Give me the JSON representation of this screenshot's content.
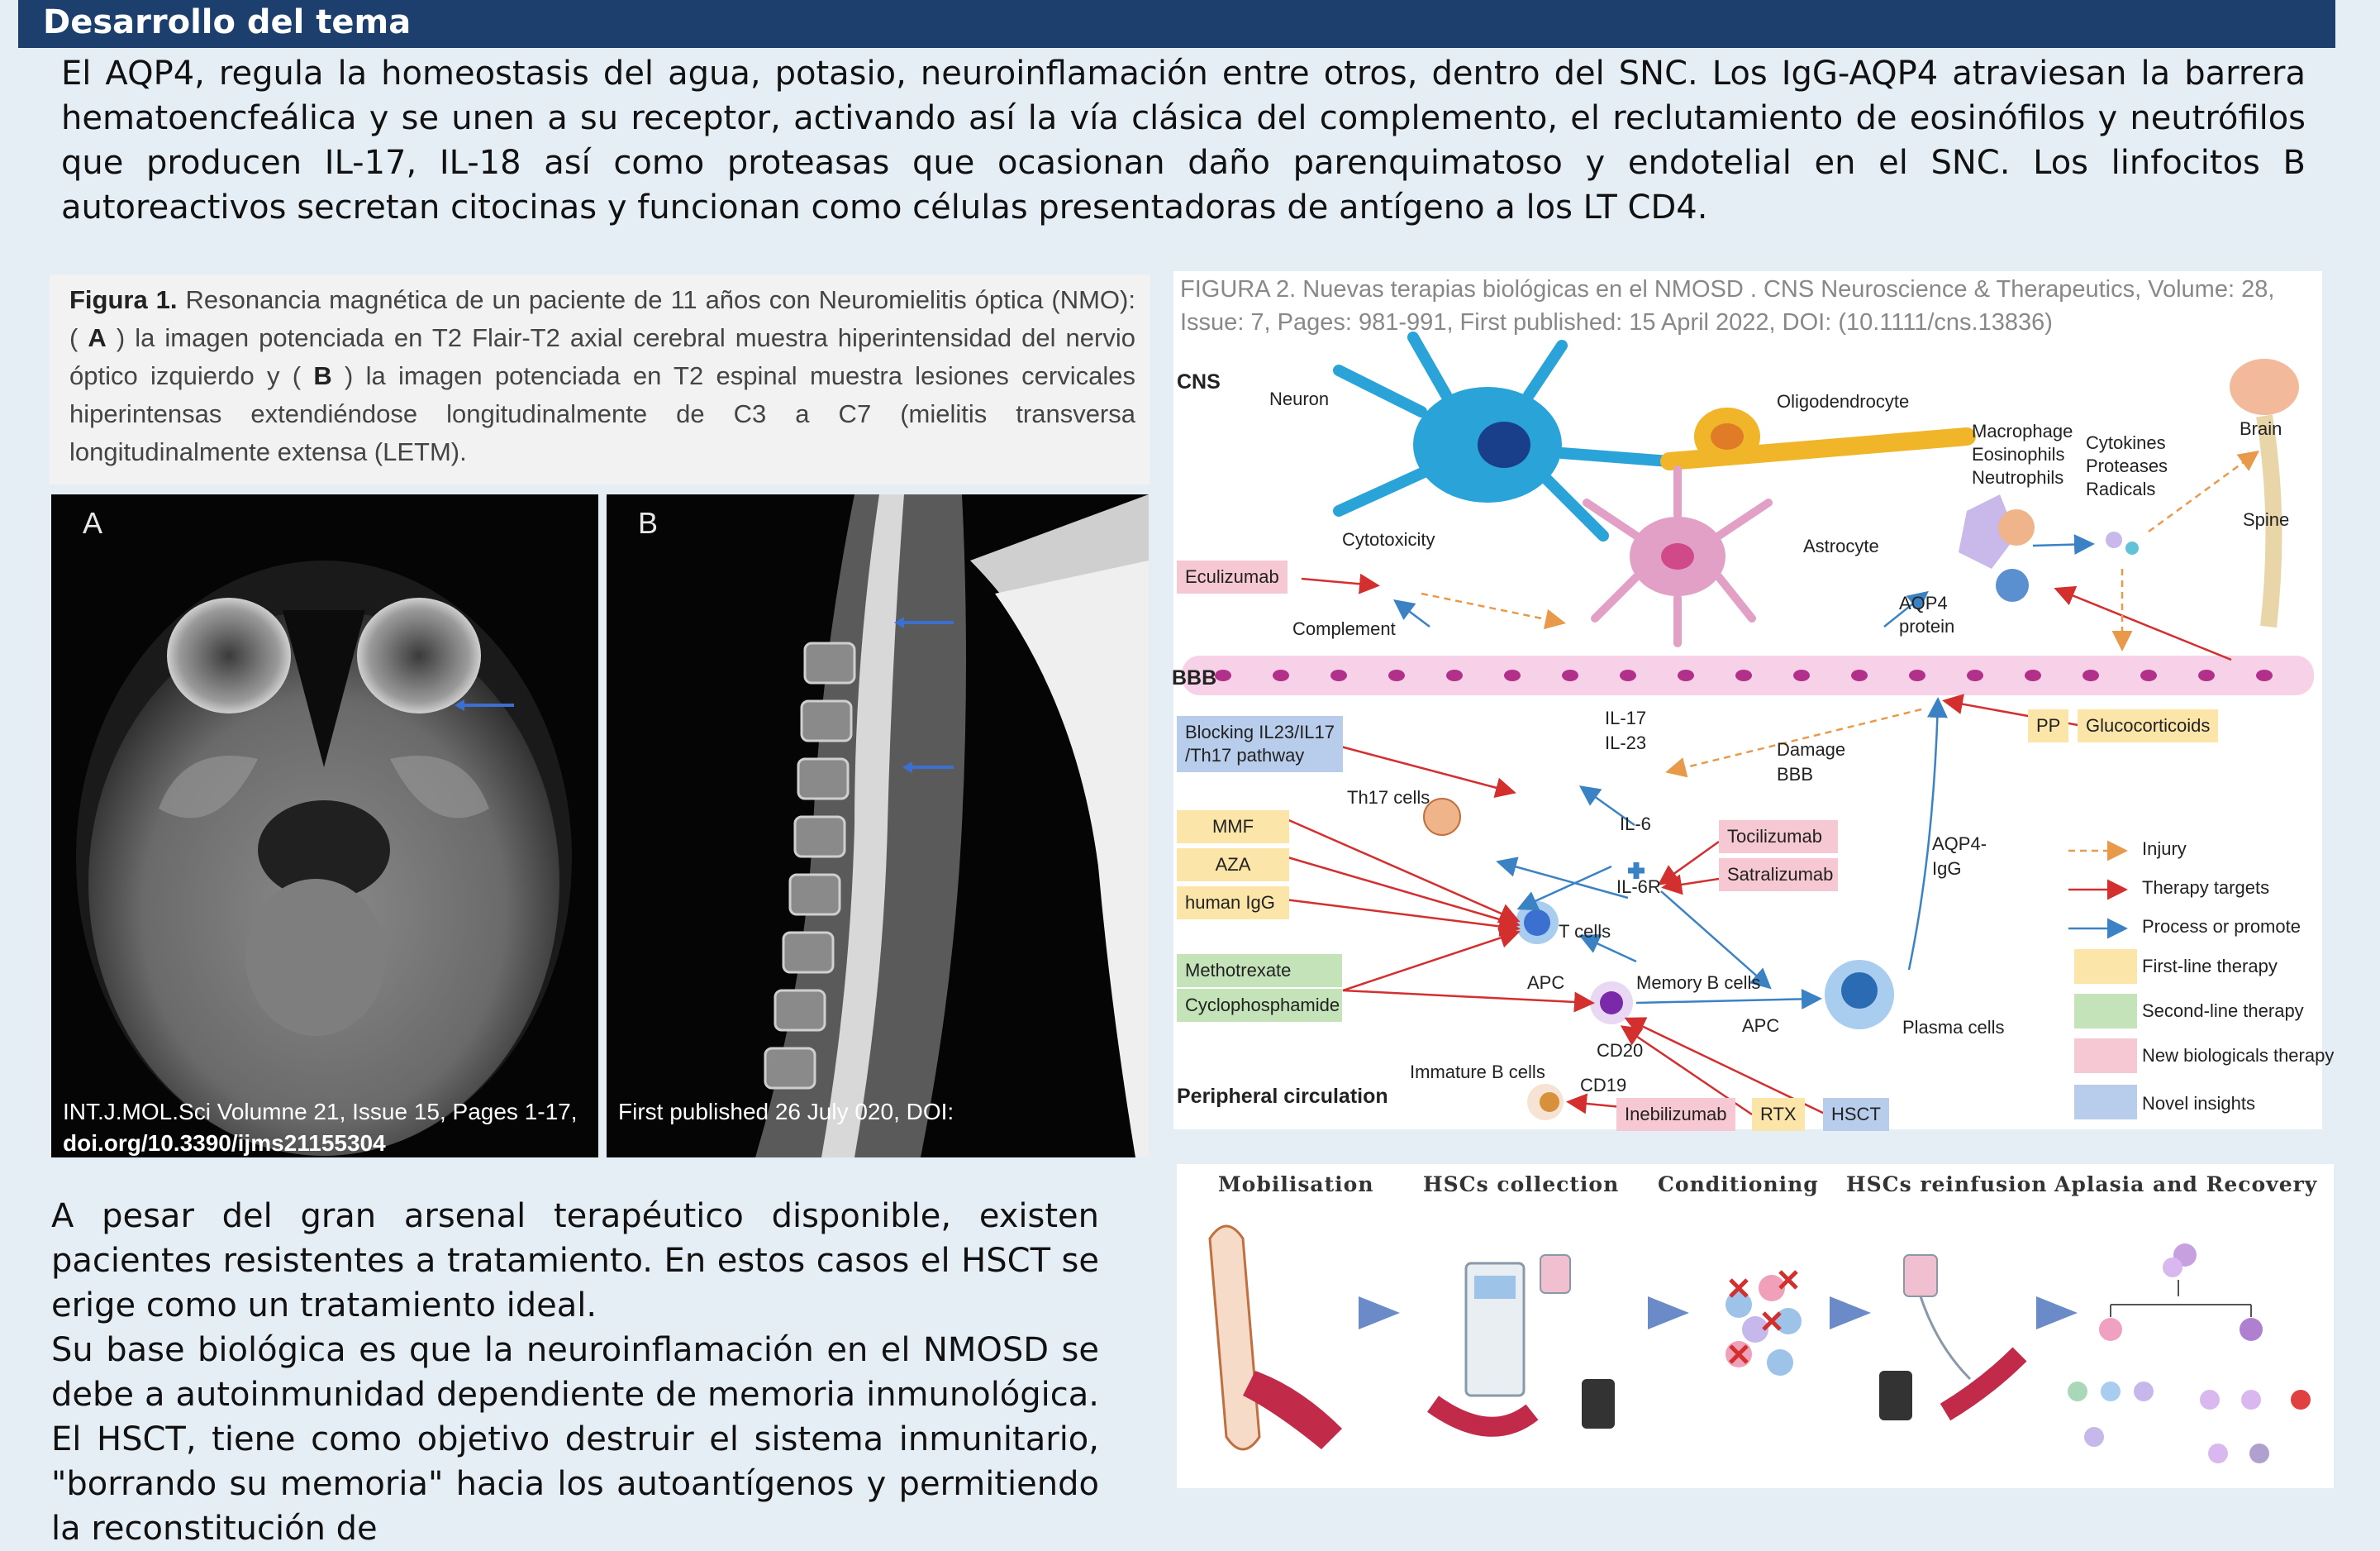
{
  "header": {
    "title": "Desarrollo del tema"
  },
  "intro": {
    "text": "El AQP4, regula la homeostasis del agua, potasio, neuroinflamación entre otros, dentro del SNC. Los IgG-AQP4 atraviesan la barrera hematoencfeálica y se unen a su receptor, activando así la vía clásica del complemento, el reclutamiento de eosinófilos y neutrófilos que producen IL-17, IL-18 así como proteasas que ocasionan daño parenquimatoso y endotelial en el SNC. Los linfocitos B autoreactivos secretan citocinas y funcionan como células presentadoras de antígeno a los LT CD4."
  },
  "figure1": {
    "label": "Figura 1.",
    "caption_a": "Resonancia magnética de un paciente de 11 años con Neuromielitis óptica (NMO): (",
    "letter_a": "A",
    "caption_b": ") la imagen potenciada en T2 Flair-T2 axial cerebral muestra hiperintensidad del nervio óptico izquierdo y (",
    "letter_b": "B",
    "caption_c": ") la imagen potenciada en T2 espinal muestra lesiones cervicales hiperintensas extendiéndose longitudinalmente de C3 a C7 (mielitis transversa longitudinalmente extensa (LETM).",
    "panel_a": "A",
    "panel_b": "B",
    "cite_left_1": "INT.J.MOL.Sci Volumne 21, Issue 15, Pages 1-17,",
    "cite_left_2": "doi.org/10.3390/ijms21155304",
    "cite_right": "First published 26 July 020, DOI:"
  },
  "figure2": {
    "title": "FIGURA 2. Nuevas terapias biológicas en el NMOSD . CNS Neuroscience & Therapeutics, Volume: 28, Issue: 7, Pages: 981-991, First published: 15 April 2022, DOI: (10.1111/cns.13836)",
    "labels": {
      "cns": "CNS",
      "neuron": "Neuron",
      "oligodendrocyte": "Oligodendrocyte",
      "macrophage": "Macrophage",
      "eosinophils": "Eosinophils",
      "neutrophils": "Neutrophils",
      "cytokines": "Cytokines",
      "proteases": "Proteases",
      "radicals": "Radicals",
      "brain": "Brain",
      "spine": "Spine",
      "cytotoxicity": "Cytotoxicity",
      "astrocyte": "Astrocyte",
      "aqp4": "AQP4",
      "protein": "protein",
      "complement": "Complement",
      "bbb": "BBB",
      "il17": "IL-17",
      "il23": "IL-23",
      "damage": "Damage",
      "damage_bbb": "BBB",
      "th17": "Th17 cells",
      "il6": "IL-6",
      "il6r": "IL-6R",
      "aqp4igg_1": "AQP4-",
      "aqp4igg_2": "IgG",
      "tcells": "T cells",
      "apc1": "APC",
      "memory_b": "Memory B cells",
      "apc2": "APC",
      "plasma": "Plasma cells",
      "cd20": "CD20",
      "cd19": "CD19",
      "immature_b": "Immature B cells",
      "peripheral": "Peripheral circulation"
    },
    "boxes": {
      "eculizumab": "Eculizumab",
      "blocking_1": "Blocking IL23/IL17",
      "blocking_2": "/Th17 pathway",
      "pp": "PP",
      "glucocorticoids": "Glucocorticoids",
      "mmf": "MMF",
      "aza": "AZA",
      "human_igg": "human IgG",
      "tocilizumab": "Tocilizumab",
      "satralizumab": "Satralizumab",
      "methotrexate": "Methotrexate",
      "cyclophosphamide": "Cyclophosphamide",
      "inebilizumab": "Inebilizumab",
      "rtx": "RTX",
      "hsct": "HSCT"
    },
    "legend": {
      "injury": "Injury",
      "therapy_targets": "Therapy targets",
      "process": "Process or promote",
      "first_line": "First-line therapy",
      "second_line": "Second-line therapy",
      "new_bio": "New biologicals therapy",
      "novel": "Novel insights"
    },
    "colors": {
      "injury": "#e89a4a",
      "therapy": "#d32f2f",
      "process": "#3b82c4",
      "first_line": "#fbe5a8",
      "second_line": "#c4e3b9",
      "new_bio": "#f6c8d3",
      "novel": "#b8cdec"
    }
  },
  "figure3": {
    "steps": [
      "Mobilisation",
      "HSCs collection",
      "Conditioning",
      "HSCs reinfusion",
      "Aplasia and Recovery"
    ]
  },
  "body": {
    "paragraph_1": "A pesar del gran arsenal terapéutico disponible, existen pacientes resistentes a tratamiento. En estos casos el HSCT se erige como un tratamiento ideal.",
    "paragraph_2": "Su base biológica es que la neuroinflamación en el NMOSD se debe a autoinmunidad dependiente de memoria inmunológica. El HSCT, tiene como objetivo destruir el sistema inmunitario, \"borrando su memoria\" hacia los autoantígenos y permitiendo la reconstitución de"
  }
}
